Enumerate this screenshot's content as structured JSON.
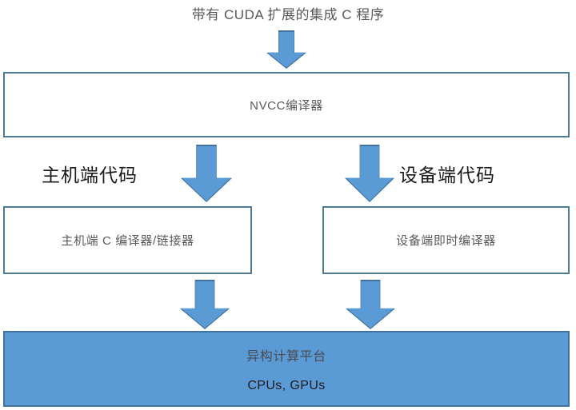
{
  "diagram": {
    "title": "带有 CUDA 扩展的集成 C 程序",
    "nvcc_box": {
      "label": "NVCC编译器"
    },
    "host_label": "主机端代码",
    "device_label": "设备端代码",
    "host_box": {
      "label": "主机端 C 编译器/链接器"
    },
    "device_box": {
      "label": "设备端即时编译器"
    },
    "platform_box": {
      "title": "异构计算平台",
      "subtitle": "CPUs, GPUs"
    },
    "arrows": {
      "top": "down-arrow-icon",
      "to_host_compiler": "down-arrow-icon",
      "to_device_compiler": "down-arrow-icon",
      "host_to_platform": "down-arrow-icon",
      "device_to_platform": "down-arrow-icon"
    },
    "colors": {
      "arrow_fill": "#5b9bd5",
      "arrow_border": "#41719c",
      "box_border": "#4e7b94",
      "platform_fill": "#5b9bd5",
      "text_gray": "#595959",
      "text_dark": "#1a1a1a",
      "background": "#ffffff"
    }
  }
}
